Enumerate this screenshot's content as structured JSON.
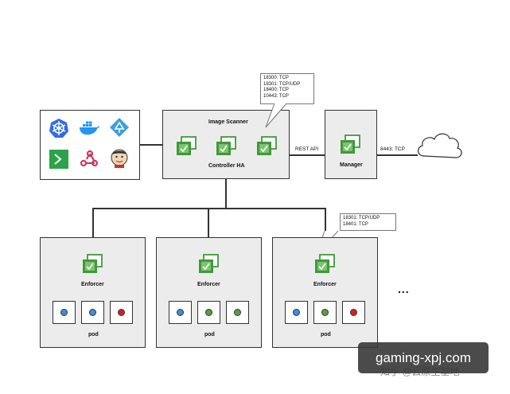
{
  "controller": {
    "top_label": "Image Scanner",
    "bottom_label": "Controller HA"
  },
  "manager": {
    "label": "Manager"
  },
  "rest_api_label": "REST API",
  "manager_port_label": "8443: TCP",
  "controller_ports": [
    "18300: TCP",
    "18301: TCP/UDP",
    "18400: TCP",
    "10443: TCP"
  ],
  "enforcer_ports": [
    "18301: TCP/UDP",
    "18401: TCP"
  ],
  "enforcers": [
    {
      "label": "Enforcer",
      "pod_label": "pod",
      "pods": [
        "#3d8fd6",
        "#3d8fd6",
        "#d81e1e"
      ]
    },
    {
      "label": "Enforcer",
      "pod_label": "pod",
      "pods": [
        "#3d8fd6",
        "#55a040",
        "#55a040"
      ]
    },
    {
      "label": "Enforcer",
      "pod_label": "pod",
      "pods": [
        "#3d8fd6",
        "#55a040",
        "#d81e1e"
      ]
    }
  ],
  "ellipsis": "...",
  "platform_icons": [
    "kubernetes-icon",
    "docker-icon",
    "rancher-icon",
    "terminal-icon",
    "webhook-icon",
    "jenkins-icon"
  ],
  "colors": {
    "neuvector_green": "#3f9a3a",
    "kube_blue": "#326ce5",
    "docker_blue": "#2496ed"
  },
  "watermark": {
    "text": "gaming-xpj.com",
    "faint_text": "知乎 @云原生基地"
  }
}
